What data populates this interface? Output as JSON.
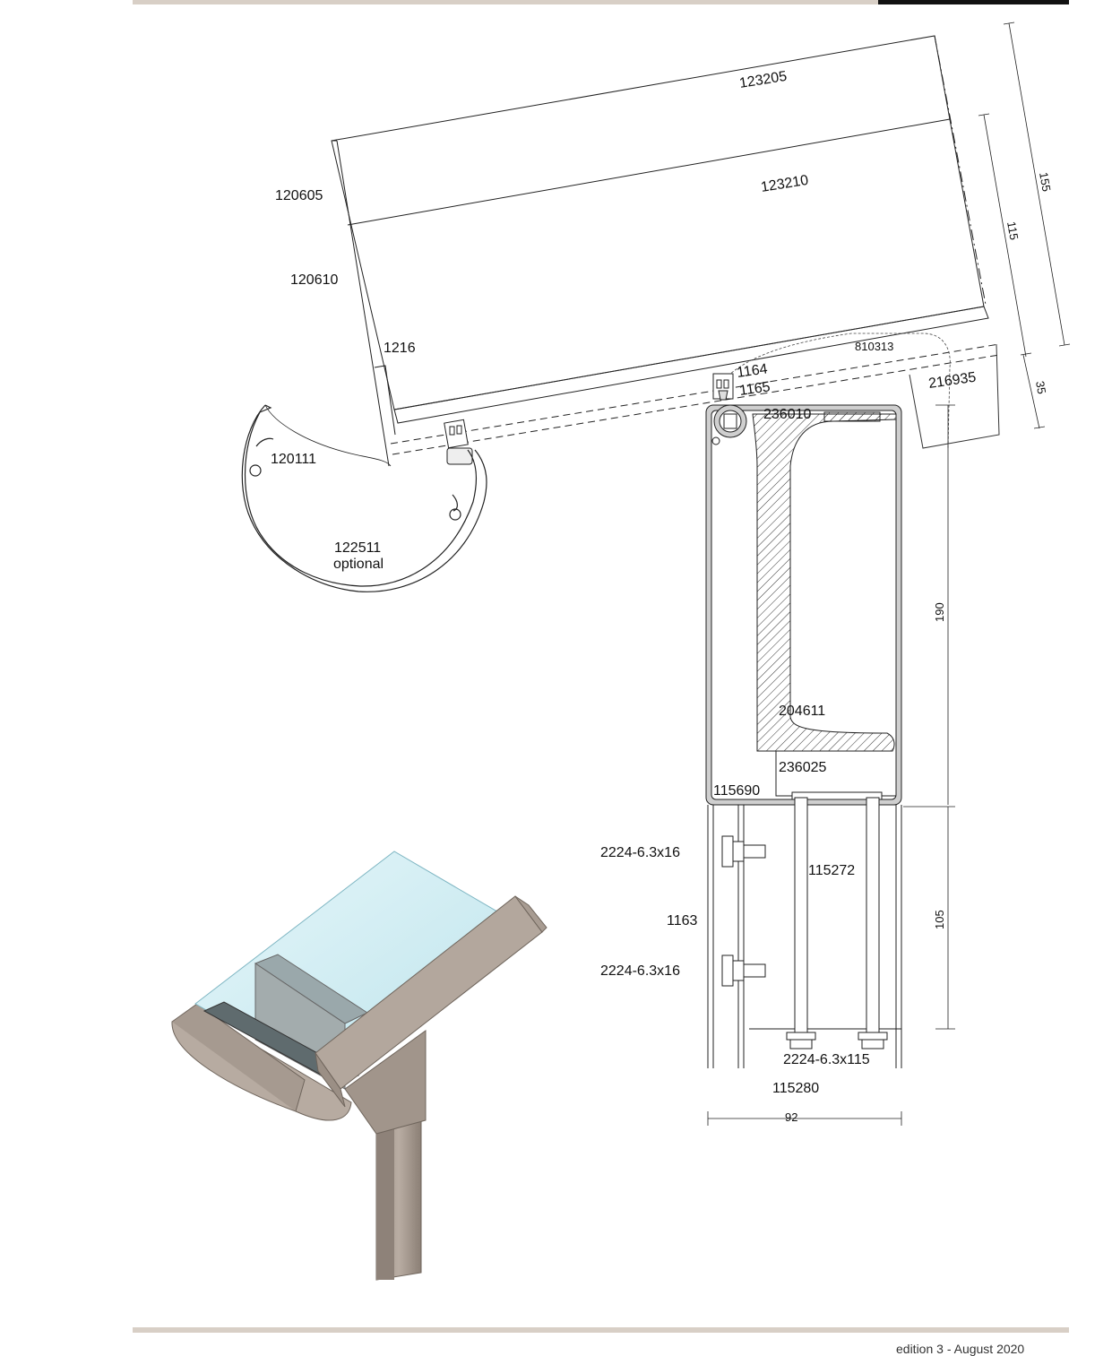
{
  "labels": {
    "glass_top": "123205",
    "glass_inner": "123210",
    "gutter_cap_a": "120605",
    "gutter_cap_b": "120610",
    "gutter_clip": "1216",
    "gutter_profile": "120111",
    "gutter_optional_code": "122511",
    "gutter_optional_text": "optional",
    "seal_a": "1164",
    "seal_b": "1165",
    "ridge_profile": "810313",
    "flashing": "216935",
    "cap_profile": "236010",
    "steel_insert": "204611",
    "bottom_plate": "236025",
    "post_profile": "115690",
    "screw_top": "2224-6.3x16",
    "screw_bottom": "2224-6.3x16",
    "rod": "115272",
    "plate_code": "1163",
    "screw_long": "2224-6.3x115",
    "base_profile": "115280"
  },
  "dimensions": {
    "d155": "155",
    "d115": "115",
    "d35": "35",
    "d190": "190",
    "d105": "105",
    "d92": "92"
  },
  "footer": {
    "text": "edition 3 - August 2020"
  },
  "colors": {
    "header_bar": "#d8cfc6",
    "header_accent": "#111111",
    "aluminium": "#ab9f95",
    "glass": "#cdebf0"
  }
}
